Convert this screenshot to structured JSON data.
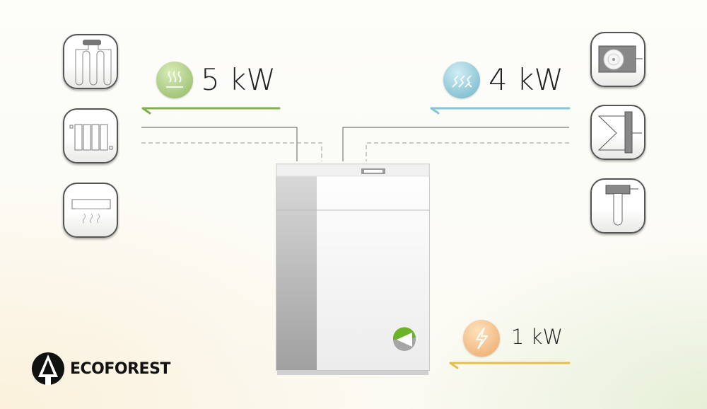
{
  "flows": {
    "heat_output": {
      "label": "5 kW",
      "icon": "heat-waves-icon",
      "color": "#7fae4a"
    },
    "source_input": {
      "label": "4 kW",
      "icon": "air-source-icon",
      "color": "#7ec6d6"
    },
    "electric_input": {
      "label": "1 kW",
      "icon": "lightning-icon",
      "color": "#e8c24a"
    }
  },
  "emitters": [
    "underfloor-heating-icon",
    "radiator-icon",
    "fan-coil-icon"
  ],
  "sources": [
    "air-unit-icon",
    "ground-collector-icon",
    "borehole-icon"
  ],
  "brand": {
    "name": "ecoforest"
  }
}
